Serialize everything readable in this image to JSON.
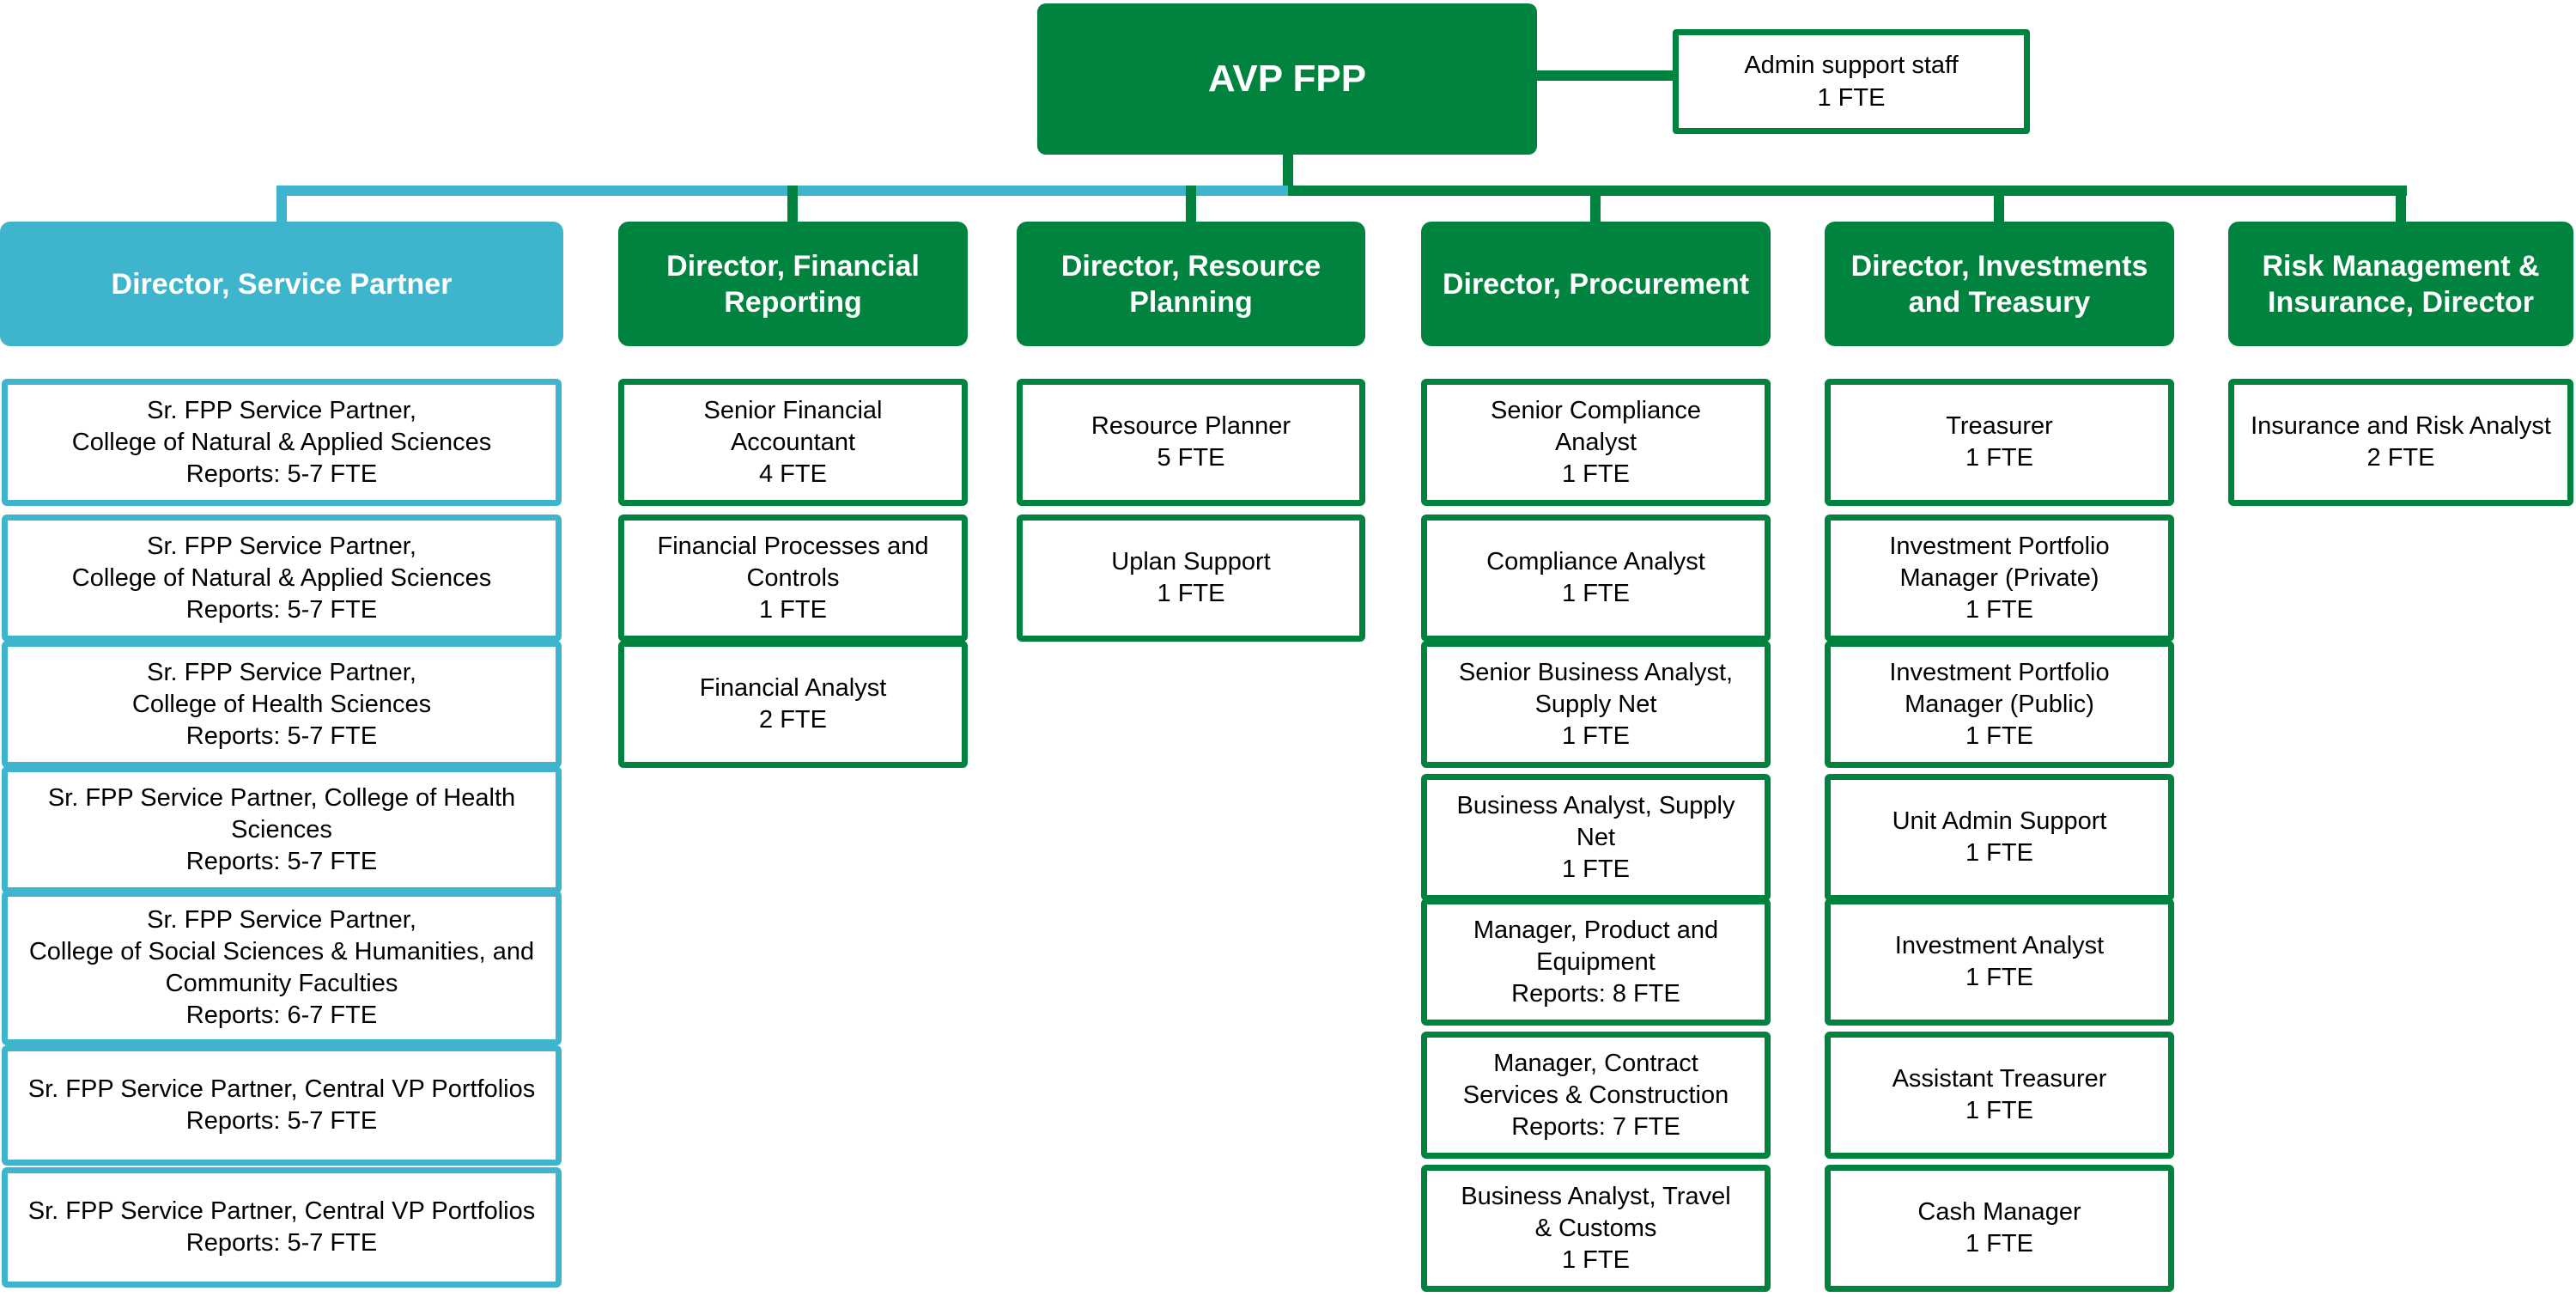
{
  "colors": {
    "green": "#00833E",
    "teal": "#3EB5CC",
    "text": "#000000",
    "header_text": "#FFFFFF",
    "background": "#FFFFFF"
  },
  "root": {
    "label": "AVP FPP"
  },
  "admin_box": {
    "label": "Admin support staff\n1 FTE"
  },
  "columns": [
    {
      "key": "service-partner",
      "accent": "teal",
      "header": "Director, Service Partner",
      "boxes": [
        {
          "label": "Sr. FPP Service Partner,\nCollege of Natural & Applied Sciences\nReports: 5-7 FTE"
        },
        {
          "label": "Sr. FPP Service Partner,\nCollege of Natural & Applied Sciences\nReports: 5-7 FTE"
        },
        {
          "label": "Sr. FPP Service Partner,\nCollege of Health Sciences\nReports: 5-7 FTE"
        },
        {
          "label": "Sr. FPP Service Partner, College of Health\nSciences\nReports: 5-7 FTE"
        },
        {
          "label": "Sr. FPP Service Partner,\nCollege of Social Sciences & Humanities, and\nCommunity Faculties\nReports: 6-7 FTE"
        },
        {
          "label": "Sr. FPP Service Partner, Central VP Portfolios\nReports: 5-7 FTE"
        },
        {
          "label": "Sr. FPP Service Partner, Central VP Portfolios\nReports: 5-7 FTE"
        }
      ]
    },
    {
      "key": "financial-reporting",
      "accent": "green",
      "header": "Director, Financial\nReporting",
      "boxes": [
        {
          "label": "Senior Financial\nAccountant\n4 FTE"
        },
        {
          "label": "Financial Processes and\nControls\n1 FTE"
        },
        {
          "label": "Financial Analyst\n2 FTE"
        }
      ]
    },
    {
      "key": "resource-planning",
      "accent": "green",
      "header": "Director, Resource\nPlanning",
      "boxes": [
        {
          "label": "Resource Planner\n5 FTE"
        },
        {
          "label": "Uplan Support\n1 FTE"
        }
      ]
    },
    {
      "key": "procurement",
      "accent": "green",
      "header": "Director, Procurement",
      "boxes": [
        {
          "label": "Senior Compliance\nAnalyst\n1 FTE"
        },
        {
          "label": "Compliance Analyst\n1 FTE"
        },
        {
          "label": "Senior Business Analyst,\nSupply Net\n1 FTE"
        },
        {
          "label": "Business Analyst, Supply\nNet\n1 FTE"
        },
        {
          "label": "Manager, Product and\nEquipment\nReports: 8 FTE"
        },
        {
          "label": "Manager, Contract\nServices & Construction\nReports: 7 FTE"
        },
        {
          "label": "Business Analyst, Travel\n& Customs\n1 FTE"
        }
      ]
    },
    {
      "key": "investments-treasury",
      "accent": "green",
      "header": "Director, Investments\nand Treasury",
      "boxes": [
        {
          "label": "Treasurer\n1 FTE"
        },
        {
          "label": "Investment Portfolio\nManager (Private)\n1 FTE"
        },
        {
          "label": "Investment Portfolio\nManager (Public)\n1 FTE"
        },
        {
          "label": "Unit Admin Support\n1 FTE"
        },
        {
          "label": "Investment Analyst\n1 FTE"
        },
        {
          "label": "Assistant Treasurer\n1 FTE"
        },
        {
          "label": "Cash Manager\n1 FTE"
        }
      ]
    },
    {
      "key": "risk-insurance",
      "accent": "green",
      "header": "Risk Management &\nInsurance, Director",
      "boxes": [
        {
          "label": "Insurance and Risk Analyst\n2 FTE"
        }
      ]
    }
  ]
}
